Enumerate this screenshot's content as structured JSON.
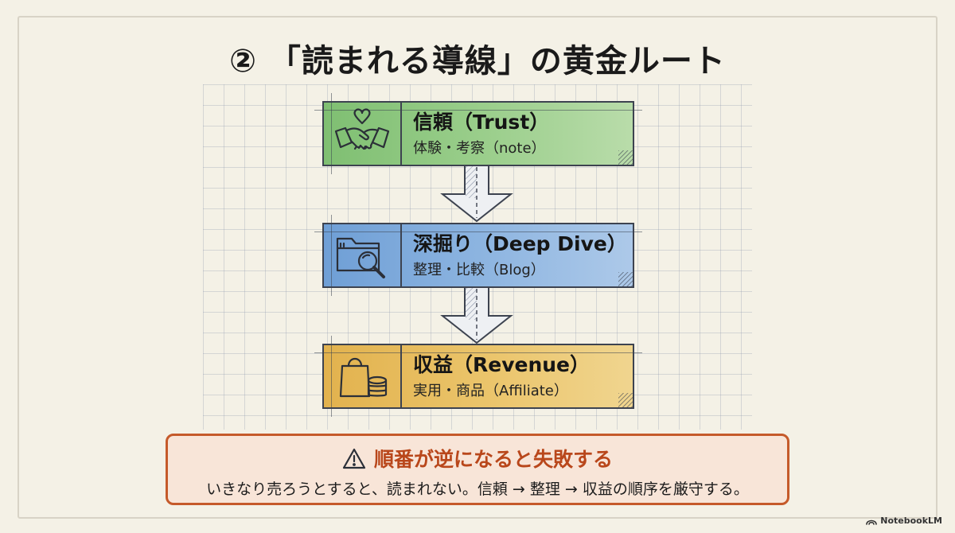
{
  "title": "② 「読まれる導線」の黄金ルート",
  "stages": [
    {
      "title": "信頼（Trust）",
      "subtitle": "体験・考察（note）",
      "icon": "handshake-heart-icon",
      "color": "#8cc47e"
    },
    {
      "title": "深掘り（Deep Dive）",
      "subtitle": "整理・比較（Blog）",
      "icon": "folder-magnifier-icon",
      "color": "#82acdc"
    },
    {
      "title": "収益（Revenue）",
      "subtitle": "実用・商品（Affiliate）",
      "icon": "shopping-bag-coins-icon",
      "color": "#e7bd5e"
    }
  ],
  "warning": {
    "icon": "warning-triangle-icon",
    "title": "順番が逆になると失敗する",
    "body": "いきなり売ろうとすると、読まれない。信頼 → 整理 → 収益の順序を厳守する。",
    "color": "#c55a2a"
  },
  "brand": "NotebookLM"
}
